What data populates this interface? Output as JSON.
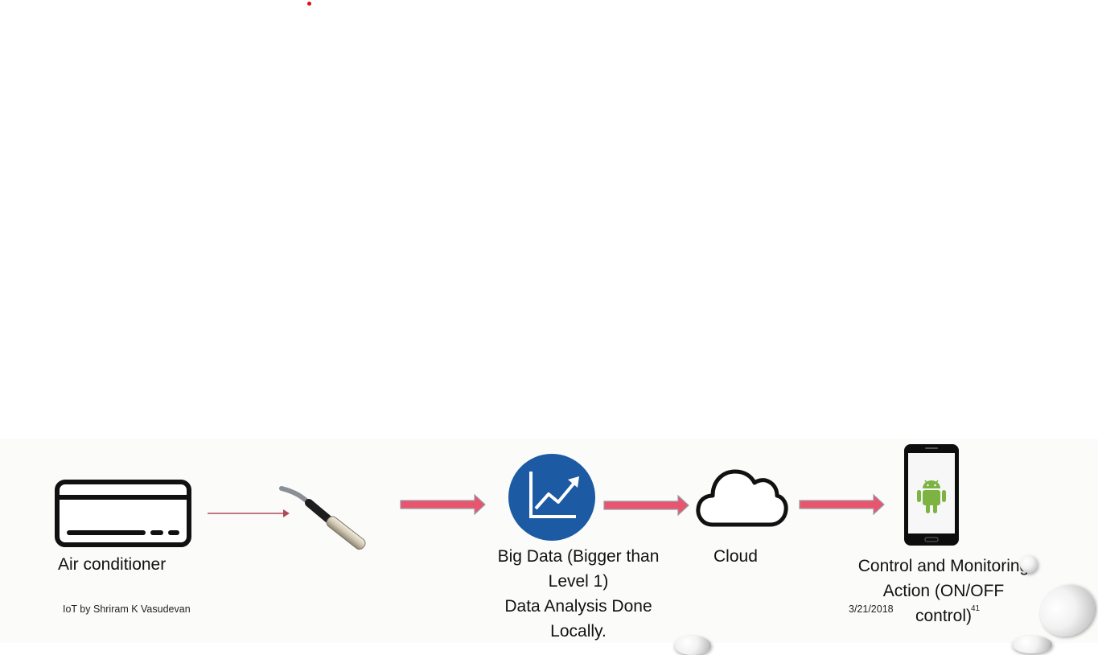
{
  "nodes": {
    "air_conditioner": "Air conditioner",
    "big_data_lines": [
      "Big Data (Bigger than",
      "Level 1)",
      "Data Analysis Done",
      "Locally."
    ],
    "cloud": "Cloud",
    "control_lines": [
      "Control and Monitoring",
      "Action (ON/OFF",
      "control)"
    ]
  },
  "footer": {
    "author": "IoT by Shriram K Vasudevan",
    "date": "3/21/2018",
    "page_number": "41"
  },
  "colors": {
    "arrow_fill": "#e8556e",
    "arrow_stroke": "#9a9aa8",
    "thin_arrow": "#b04a5a",
    "circle_blue": "#1c5aa3",
    "android_green": "#7cb342"
  }
}
